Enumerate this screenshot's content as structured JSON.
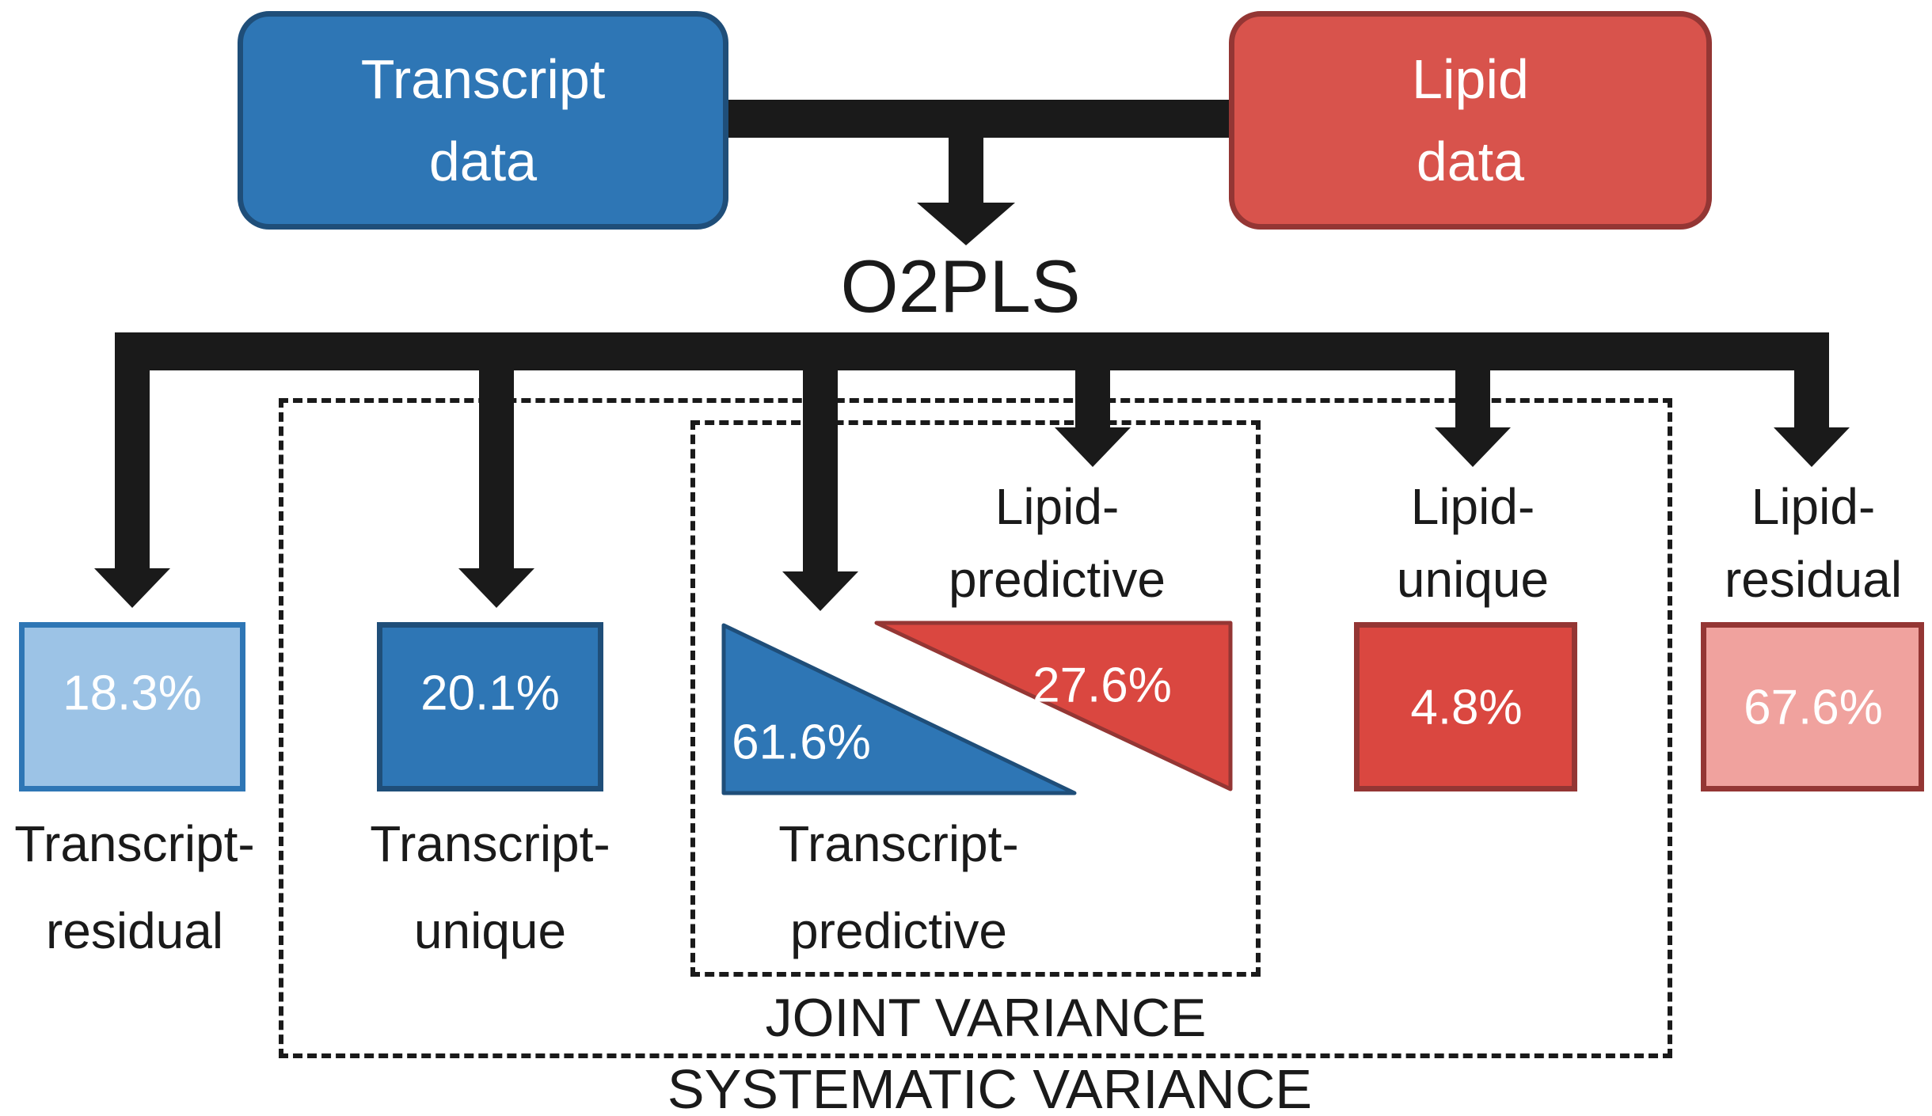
{
  "title": "O2PLS",
  "colors": {
    "ink": "#1a1a1a",
    "blue": "#2E76B5",
    "blue_dark": "#1F4E79",
    "blue_light": "#9CC3E6",
    "red": "#DA4740",
    "red_top": "#D8534C",
    "red_dark": "#943634",
    "pink": "#F0A29E"
  },
  "sources": {
    "transcript": {
      "line1": "Transcript",
      "line2": "data"
    },
    "lipid": {
      "line1": "Lipid",
      "line2": "data"
    }
  },
  "cells": {
    "t_residual": {
      "value": "18.3%",
      "label1": "Transcript-",
      "label2": "residual"
    },
    "t_unique": {
      "value": "20.1%",
      "label1": "Transcript-",
      "label2": "unique"
    },
    "t_predictive": {
      "value": "61.6%",
      "label1": "Transcript-",
      "label2": "predictive"
    },
    "l_predictive": {
      "value": "27.6%",
      "label1": "Lipid-",
      "label2": "predictive"
    },
    "l_unique": {
      "value": "4.8%",
      "label1": "Lipid-",
      "label2": "unique"
    },
    "l_residual": {
      "value": "67.6%",
      "label1": "Lipid-",
      "label2": "residual"
    }
  },
  "regions": {
    "joint": "JOINT VARIANCE",
    "systematic": "SYSTEMATIC VARIANCE"
  }
}
